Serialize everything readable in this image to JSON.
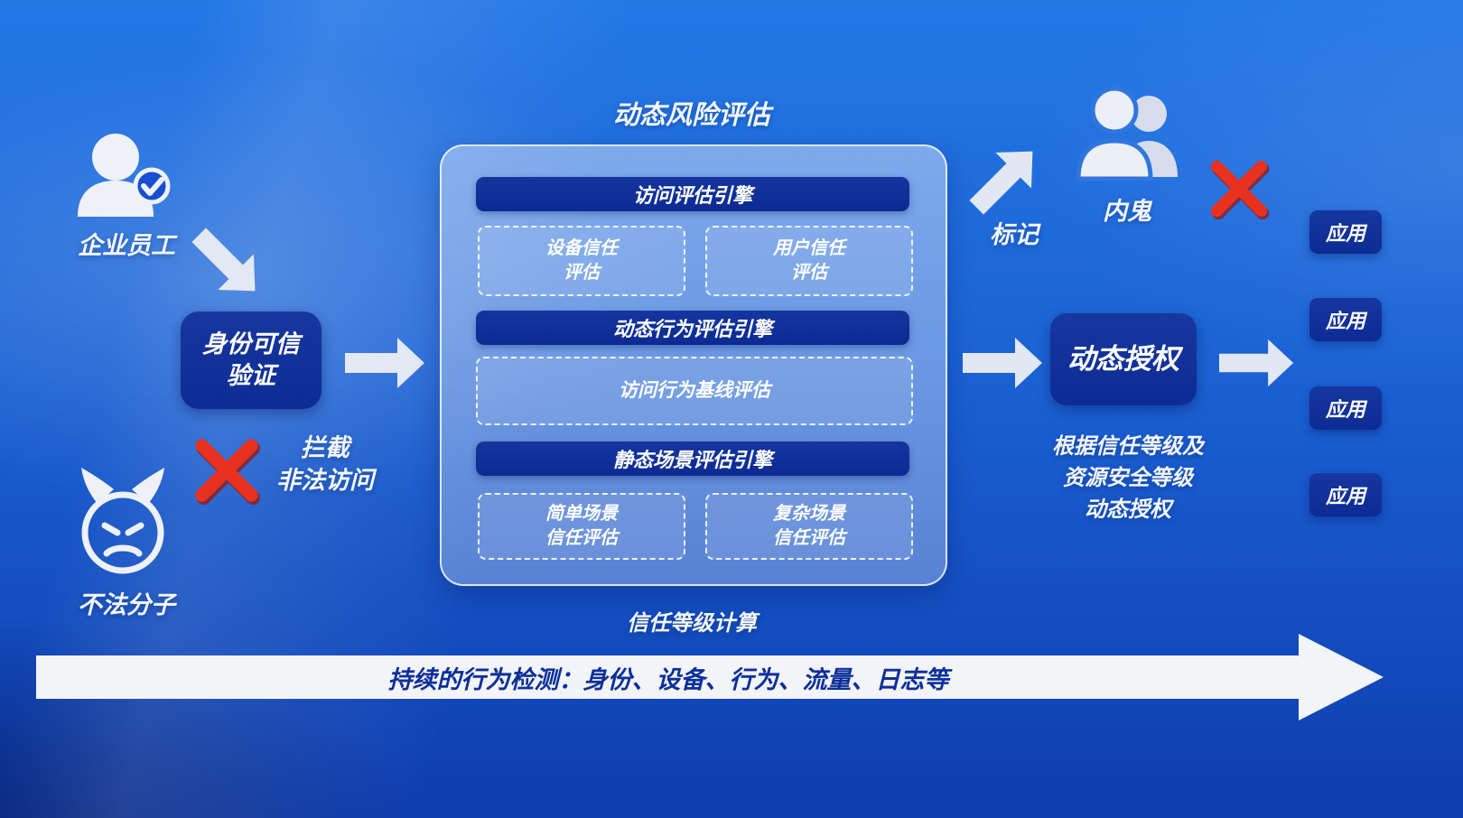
{
  "title": "动态风险评估",
  "employee": {
    "label": "企业员工"
  },
  "attacker": {
    "label": "不法分子"
  },
  "insider": {
    "label": "内鬼"
  },
  "mark_label": "标记",
  "identity_box": {
    "line1": "身份可信",
    "line2": "验证"
  },
  "intercept": {
    "line1": "拦截",
    "line2": "非法访问"
  },
  "panel": {
    "engine1": {
      "title": "访问评估引擎",
      "items": [
        {
          "line1": "设备信任",
          "line2": "评估"
        },
        {
          "line1": "用户信任",
          "line2": "评估"
        }
      ]
    },
    "engine2": {
      "title": "动态行为评估引擎",
      "item": "访问行为基线评估"
    },
    "engine3": {
      "title": "静态场景评估引擎",
      "items": [
        {
          "line1": "简单场景",
          "line2": "信任评估"
        },
        {
          "line1": "复杂场景",
          "line2": "信任评估"
        }
      ]
    },
    "footer": "信任等级计算"
  },
  "authorization": {
    "label": "动态授权",
    "note": [
      "根据信任等级及",
      "资源安全等级",
      "动态授权"
    ]
  },
  "apps": [
    "应用",
    "应用",
    "应用",
    "应用"
  ],
  "bottom_banner": "持续的行为检测：身份、设备、行为、流量、日志等",
  "colors": {
    "deep_blue": "#10309e",
    "panel_blue": "#aac0ea",
    "accent_red": "#e02a1a",
    "arrow_white": "#eef1f7"
  }
}
